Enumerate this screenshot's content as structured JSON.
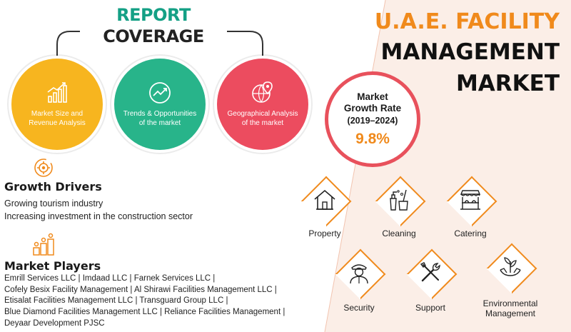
{
  "colors": {
    "accent_orange": "#f08a1c",
    "teal": "#14a085",
    "yellow": "#f7b51f",
    "green": "#28b48a",
    "red": "#ec4c5f",
    "right_bg": "#fbeee7"
  },
  "report_coverage": {
    "title_part1": "REPORT",
    "title_part2": "COVERAGE",
    "circles": [
      {
        "label": "Market Size and Revenue Analysis",
        "icon": "growth-chart-icon"
      },
      {
        "label": "Trends & Opportunities of the market",
        "icon": "trend-line-icon"
      },
      {
        "label": "Geographical Analysis of the market",
        "icon": "globe-pin-icon"
      }
    ]
  },
  "growth_drivers": {
    "title": "Growth Drivers",
    "icon": "gear-cycle-icon",
    "items": [
      "Growing tourism industry",
      "Increasing investment in the construction sector"
    ]
  },
  "market_players": {
    "title": "Market Players",
    "icon": "bar-people-icon",
    "lines": [
      "Emrill Services LLC | Imdaad LLC | Farnek Services LLC |",
      "Cofely Besix Facility Management | Al Shirawi Facilities Management LLC |",
      "Etisalat Facilities Management LLC | Transguard Group LLC |",
      "Blue Diamond Facilities Management LLC | Reliance Facilities Management |",
      "Deyaar Development PJSC"
    ]
  },
  "report_title": {
    "lines": [
      "U.A.E. FACILITY",
      "MANAGEMENT",
      "MARKET"
    ]
  },
  "growth_rate": {
    "line1": "Market",
    "line2": "Growth Rate",
    "period": "(2019–2024)",
    "value": "9.8%"
  },
  "services": [
    {
      "label": "Property",
      "icon": "house-icon"
    },
    {
      "label": "Cleaning",
      "icon": "cleaning-supplies-icon"
    },
    {
      "label": "Catering",
      "icon": "food-stall-icon"
    },
    {
      "label": "Security",
      "icon": "security-guard-icon"
    },
    {
      "label": "Support",
      "icon": "tools-icon"
    },
    {
      "label": "Environmental Management",
      "icon": "plant-hands-icon"
    }
  ]
}
